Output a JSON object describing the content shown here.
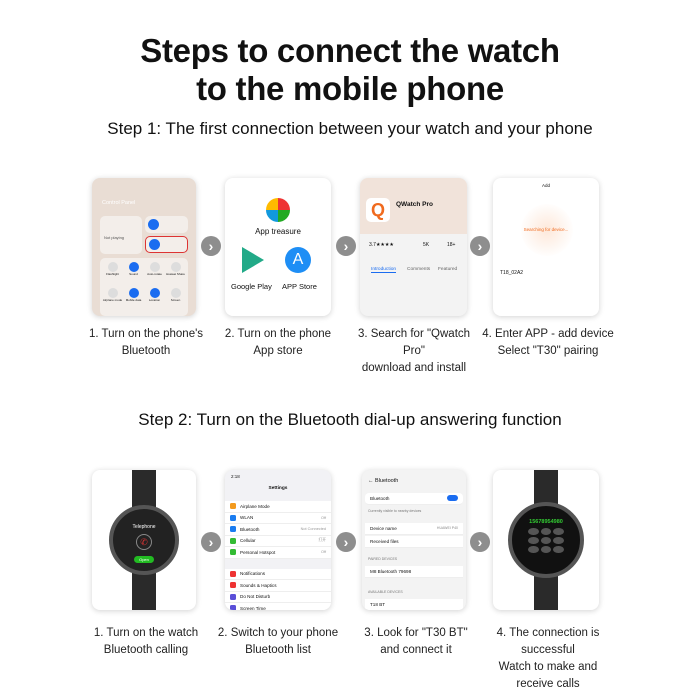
{
  "title": {
    "line1": "Steps to connect the watch",
    "line2": "to the mobile phone"
  },
  "step1": {
    "heading": "Step 1: The first connection between your watch and your phone",
    "cards": [
      {
        "screen": {
          "header": "Control Panel",
          "not_playing": "Not playing",
          "tiles": [
            "Flashlight",
            "Sound",
            "Auto-rotate",
            "Huawei Share",
            "Airplane mode",
            "Mobile data",
            "Location",
            "Screen"
          ]
        },
        "caption1": "1. Turn on the phone's",
        "caption2": "Bluetooth"
      },
      {
        "screen": {
          "app_treasure": "App treasure",
          "google_play": "Google Play",
          "app_store": "APP Store"
        },
        "caption1": "2. Turn on the phone",
        "caption2": "App store"
      },
      {
        "screen": {
          "app_name": "QWatch Pro",
          "rating": "3.7★★★★",
          "downloads": "5K",
          "age": "18+",
          "tabs": [
            "Introduction",
            "Comments",
            "Featured"
          ]
        },
        "caption1": "3. Search for \"Qwatch Pro\"",
        "caption2": "download and install"
      },
      {
        "screen": {
          "header": "Add",
          "searching": "Searching for device...",
          "device": "T18_02A2"
        },
        "caption1": "4. Enter APP - add device",
        "caption2": "Select \"T30\" pairing"
      }
    ]
  },
  "step2": {
    "heading": "Step 2: Turn on the Bluetooth dial-up answering function",
    "cards": [
      {
        "screen": {
          "watch_title": "Telephone",
          "open": "Open"
        },
        "caption1": "1. Turn on the watch",
        "caption2": "Bluetooth calling"
      },
      {
        "screen": {
          "time": "2:18",
          "header": "Settings",
          "rows": [
            [
              "Airplane Mode",
              ""
            ],
            [
              "WLAN",
              "Off"
            ],
            [
              "Bluetooth",
              "Not Connected"
            ],
            [
              "Cellular",
              "打开"
            ],
            [
              "Personal Hotspot",
              "Off"
            ],
            [
              "Notifications",
              ""
            ],
            [
              "Sounds & Haptics",
              ""
            ],
            [
              "Do Not Disturb",
              ""
            ],
            [
              "Screen Time",
              ""
            ]
          ]
        },
        "caption1": "2. Switch to your phone",
        "caption2": "Bluetooth list"
      },
      {
        "screen": {
          "header": "Bluetooth",
          "bt_label": "Bluetooth",
          "visible": "Currently visible to nearby devices",
          "device_name": "Device name",
          "device_value": "HUAWEI P40",
          "received": "Received files",
          "paired": "PAIRED DEVICES",
          "paired_device": "M8 Bluetooth 79698",
          "available": "AVAILABLE DEVICES",
          "available_device": "T18 BT"
        },
        "caption1": "3. Look for \"T30 BT\"",
        "caption2": "and connect it"
      },
      {
        "screen": {
          "number": "15678954980"
        },
        "caption1": "4. The connection is",
        "caption2": "successful",
        "caption3": "Watch to make and",
        "caption4": "receive calls"
      }
    ]
  },
  "colors": {
    "arrow": "#8e8e8e",
    "accent_blue": "#1a6cf0",
    "orange": "#f06a1e"
  }
}
